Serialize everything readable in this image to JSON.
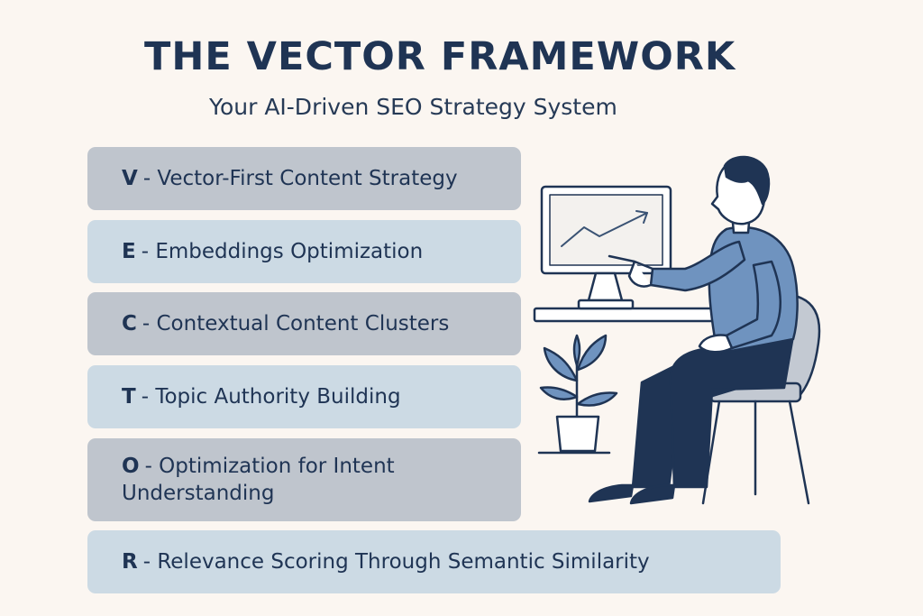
{
  "header": {
    "title": "THE VECTOR FRAMEWORK",
    "subtitle": "Your AI-Driven SEO Strategy System"
  },
  "items": [
    {
      "letter": "V",
      "text": "- Vector-First Content Strategy"
    },
    {
      "letter": "E",
      "text": "- Embeddings Optimization"
    },
    {
      "letter": "C",
      "text": "- Contextual Content Clusters"
    },
    {
      "letter": "T",
      "text": "- Topic Authority Building"
    },
    {
      "letter": "O",
      "text": "- Optimization for Intent Understanding"
    },
    {
      "letter": "R",
      "text": "- Relevance Scoring Through Semantic Similarity"
    }
  ],
  "colors": {
    "background": "#fbf6f1",
    "navy": "#1f3454",
    "card_gray": "#bfc5cd",
    "card_blue": "#ccdae4",
    "accent_blue": "#6f93bf"
  },
  "illustration": {
    "icons": [
      "person-icon",
      "monitor-icon",
      "rising-chart-icon",
      "plant-icon",
      "chair-icon"
    ]
  }
}
